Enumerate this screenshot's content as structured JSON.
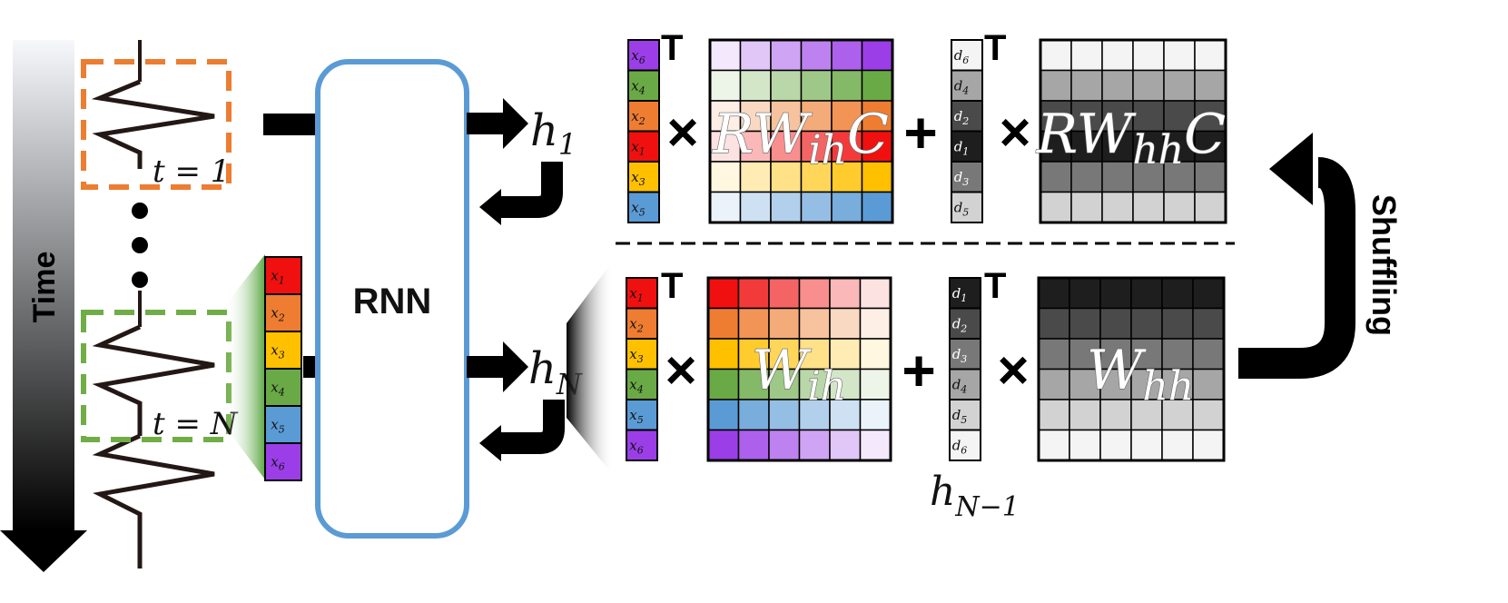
{
  "time_label": "Time",
  "rnn_label": "RNN",
  "t_labels": [
    "t = 1",
    "t = N"
  ],
  "h1": {
    "base": "h",
    "sub": "1"
  },
  "hN": {
    "base": "h",
    "sub": "N"
  },
  "hNm1": {
    "base": "h",
    "sub": "N−1"
  },
  "transpose": "T",
  "ops": {
    "times": "×",
    "plus": "+"
  },
  "shuffling": "Shuffling",
  "top": {
    "x_labels": [
      "6",
      "4",
      "2",
      "1",
      "3",
      "5"
    ],
    "d_labels": [
      "6",
      "4",
      "2",
      "1",
      "3",
      "5"
    ],
    "Wih": {
      "a": "RW",
      "sub": "ih",
      "b": "C"
    },
    "Whh": {
      "a": "RW",
      "sub": "hh",
      "b": "C"
    }
  },
  "bottom": {
    "x_labels": [
      "1",
      "2",
      "3",
      "4",
      "5",
      "6"
    ],
    "d_labels": [
      "1",
      "2",
      "3",
      "4",
      "5",
      "6"
    ],
    "Wih": {
      "a": "W",
      "sub": "ih"
    },
    "Whh": {
      "a": "W",
      "sub": "hh"
    }
  },
  "left_x_labels": [
    "1",
    "2",
    "3",
    "4",
    "5",
    "6"
  ],
  "colors": {
    "x1": "#f01010",
    "x2": "#ee7d32",
    "x3": "#ffc000",
    "x4": "#6aaa46",
    "x5": "#5b9bd5",
    "x6": "#9b3ee8",
    "orange_dash": "#ed7d31",
    "green_dash": "#70ad47",
    "rnn_border": "#5b9bd5",
    "gray_rows": [
      "#1e1e1e",
      "#4a4a4a",
      "#787878",
      "#a6a6a6",
      "#d2d2d2",
      "#f4f4f4"
    ]
  }
}
